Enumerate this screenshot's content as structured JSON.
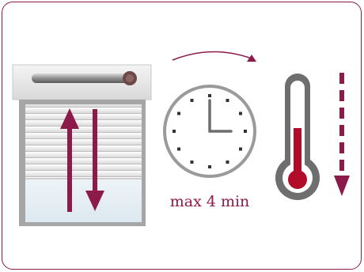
{
  "caption": {
    "time_limit": "max 4 min"
  },
  "icons": {
    "shutter": "roller-shutter-icon",
    "clock": "clock-icon",
    "thermometer": "thermometer-icon",
    "arrow": "arrow-icon"
  },
  "colors": {
    "accent": "#8c1a4b",
    "mercury": "#b10d2a",
    "frame_gray": "#a6a6a6",
    "dark_gray": "#6e6e6e",
    "clock_gray": "#9a9a9a"
  },
  "clock": {
    "hour": 3,
    "minute": 0
  }
}
